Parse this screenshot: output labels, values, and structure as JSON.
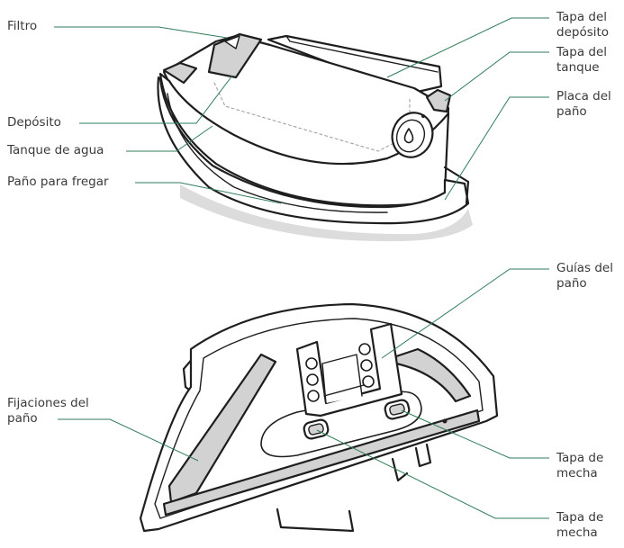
{
  "colors": {
    "outline": "#1e1e1e",
    "leader": "#2f7d5a",
    "pad_fill": "#d2d2d2",
    "shadow": "#dcdcdc",
    "text": "#3a3a3a"
  },
  "top_labels": {
    "filtro": "Filtro",
    "deposito": "Depósito",
    "tanque_agua": "Tanque de agua",
    "pano_fregar": "Paño para fregar",
    "tapa_deposito": [
      "Tapa del",
      "depósito"
    ],
    "tapa_tanque": [
      "Tapa del",
      "tanque"
    ],
    "placa_pano": [
      "Placa del",
      "paño"
    ]
  },
  "bottom_labels": {
    "guias_pano": [
      "Guías del",
      "paño"
    ],
    "fijaciones_pano": [
      "Fijaciones del",
      "paño"
    ],
    "tapa_mecha_1": [
      "Tapa de",
      "mecha"
    ],
    "tapa_mecha_2": [
      "Tapa de",
      "mecha"
    ]
  },
  "icons": {
    "drop": "water-drop-icon"
  }
}
